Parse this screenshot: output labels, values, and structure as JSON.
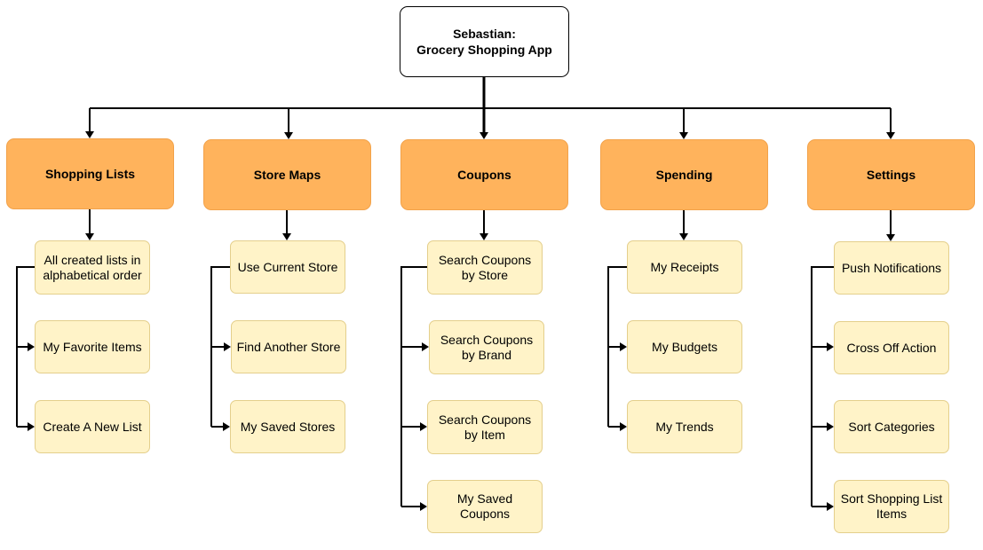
{
  "root": {
    "line1": "Sebastian:",
    "line2": "Grocery Shopping App"
  },
  "categories": [
    {
      "name": "Shopping Lists",
      "items": [
        "All created lists in alphabetical order",
        "My Favorite Items",
        "Create A New List"
      ]
    },
    {
      "name": "Store Maps",
      "items": [
        "Use Current Store",
        "Find Another Store",
        "My Saved Stores"
      ]
    },
    {
      "name": "Coupons",
      "items": [
        "Search Coupons by Store",
        "Search Coupons by Brand",
        "Search Coupons by Item",
        "My Saved Coupons"
      ]
    },
    {
      "name": "Spending",
      "items": [
        "My Receipts",
        "My Budgets",
        "My Trends"
      ]
    },
    {
      "name": "Settings",
      "items": [
        "Push Notifications",
        "Cross Off Action",
        "Sort Categories",
        "Sort Shopping List Items"
      ]
    }
  ],
  "colors": {
    "category_fill": "#ffb35c",
    "item_fill": "#fff3c8",
    "root_fill": "#ffffff",
    "connector": "#000000"
  }
}
